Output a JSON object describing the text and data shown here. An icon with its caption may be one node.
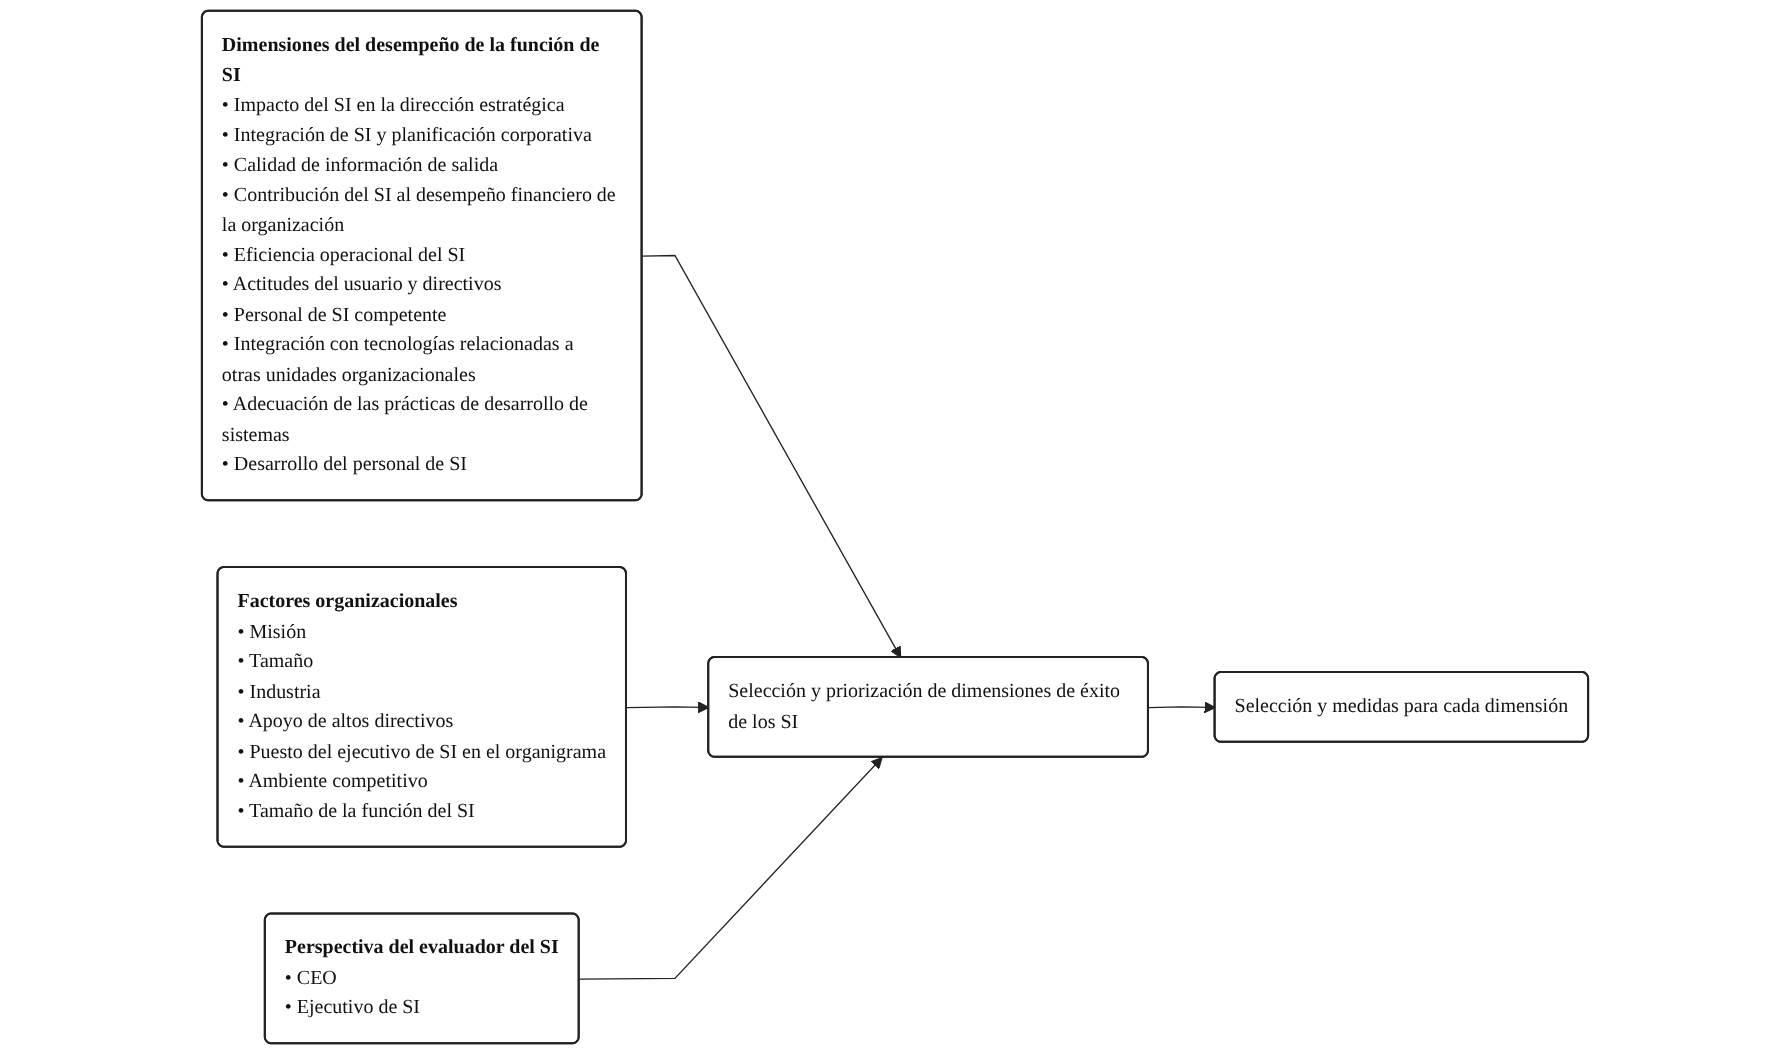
{
  "diagram": {
    "nodes": [
      {
        "text": [
          "Dimensiones del desempeño de la función de SI",
          "• Impacto del SI en la dirección estratégica",
          "• Integración de SI y planificación corporativa",
          "• Calidad de información de salida",
          "• Contribución del SI al desempeño financiero de la organización",
          "• Eficiencia operacional del SI",
          "• Actitudes del usuario y directivos",
          "• Personal de SI competente",
          "• Integración con tecnologías relacionadas a otras unidades organizacionales",
          "• Adecuación de las prácticas de desarrollo de sistemas",
          "• Desarrollo del personal de SI"
        ]
      },
      {
        "text": [
          "Factores organizacionales",
          "• Misión",
          "• Tamaño",
          "• Industria",
          "• Apoyo de altos directivos",
          "• Puesto del ejecutivo de SI en el organigrama",
          "• Ambiente competitivo",
          "• Tamaño de la función del SI"
        ]
      },
      {
        "text": [
          "Perspectiva del evaluador del SI",
          "• CEO",
          "• Ejecutivo de SI"
        ]
      },
      {
        "text": [
          "Selección y priorización de dimensiones de éxito de los SI"
        ]
      },
      {
        "text": [
          "Selección y medidas para cada dimensión"
        ]
      }
    ],
    "edges": [
      {
        "from": 0,
        "to": 3,
        "arrow": "to"
      },
      {
        "from": 1,
        "to": 3,
        "arrow": "to"
      },
      {
        "from": 2,
        "to": 3,
        "arrow": "to"
      },
      {
        "from": 3,
        "to": 4,
        "arrow": "to"
      }
    ]
  }
}
